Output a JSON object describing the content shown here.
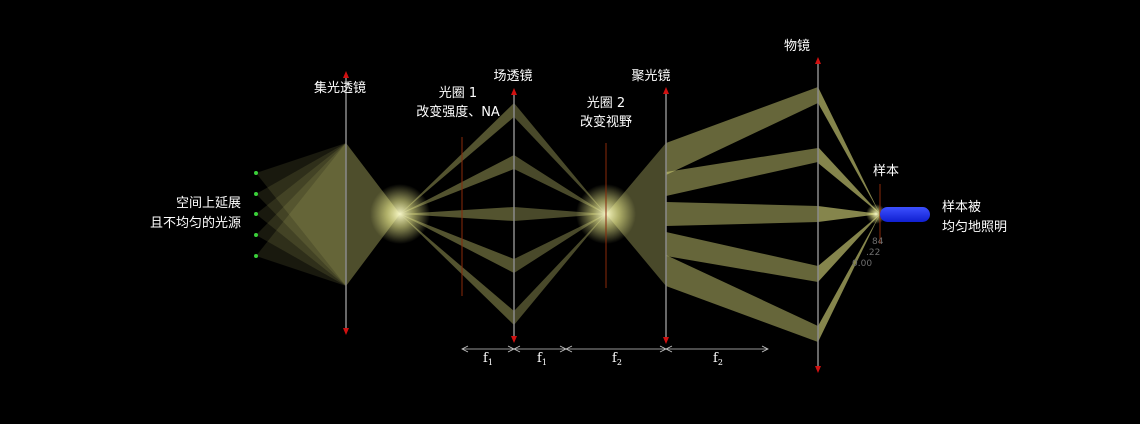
{
  "labels": {
    "source": [
      "空间上延展",
      "且不均匀的光源"
    ],
    "collector_lens": "集光透镜",
    "aperture1": [
      "光圈 1",
      "改变强度、NA"
    ],
    "field_lens": "场透镜",
    "aperture2": [
      "光圈 2",
      "改变视野"
    ],
    "condenser_lens": "聚光镜",
    "objective_lens": "物镜",
    "sample": "样本",
    "illuminated": [
      "样本被",
      "均匀地照明"
    ]
  },
  "dimensions": [
    {
      "base": "f",
      "sub": "1"
    },
    {
      "base": "f",
      "sub": "1"
    },
    {
      "base": "f",
      "sub": "2"
    },
    {
      "base": "f",
      "sub": "2"
    }
  ],
  "faint_readouts": [
    "84",
    ".22",
    "0.00"
  ],
  "colors": {
    "background": "#000000",
    "beam": "#f2f28a",
    "lens": "#8a8a8a",
    "lens_arrow": "#d01010",
    "aperture": "#8a2a0a",
    "source_point": "#3ad03a",
    "sample": "#1a28e6",
    "arrow_line": "#c8c8c8"
  }
}
